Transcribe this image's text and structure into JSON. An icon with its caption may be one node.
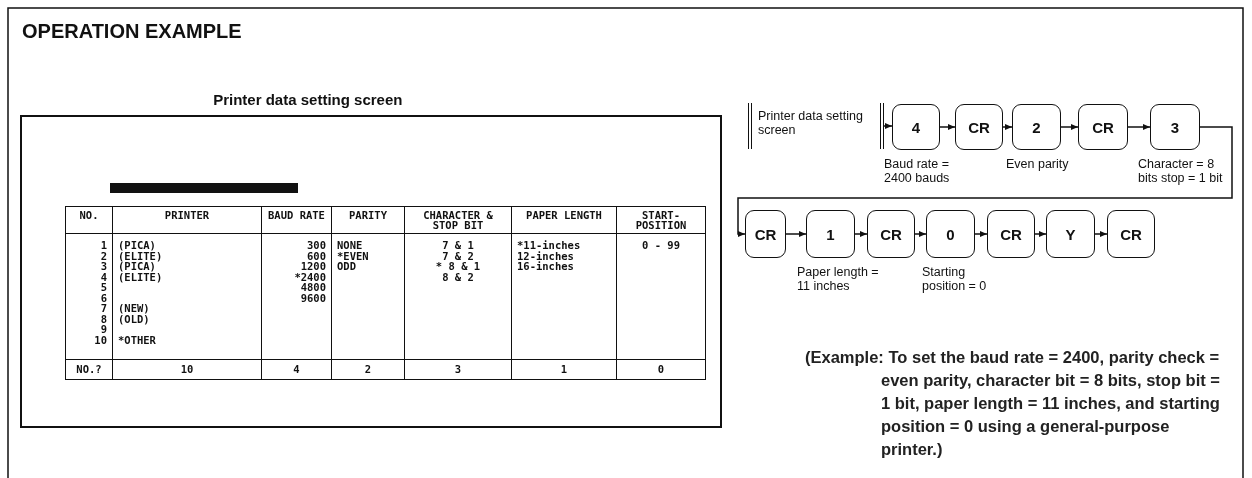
{
  "diagram": {
    "title": "OPERATION EXAMPLE",
    "nodes": [
      {
        "text": [
          "Printer data setting screen"
        ]
      },
      {
        "text": [
          "4"
        ],
        "beside": [
          "Baud rate = 2400 bauds"
        ]
      },
      {
        "text": [
          "CR"
        ]
      },
      {
        "text": [
          "2"
        ],
        "beside": [
          "Even parity"
        ]
      },
      {
        "text": [
          "CR"
        ]
      },
      {
        "text": [
          "3"
        ],
        "beside": [
          "Character = 8 bits stop = 1 bit"
        ]
      },
      {
        "text": [
          "CR"
        ]
      },
      {
        "text": [
          "1"
        ],
        "beside": [
          "Paper length = 11 inches"
        ]
      },
      {
        "text": [
          "CR"
        ]
      },
      {
        "text": [
          "0"
        ],
        "beside": [
          "Starting position = 0"
        ]
      },
      {
        "text": [
          "CR"
        ]
      },
      {
        "text": [
          "Y"
        ]
      },
      {
        "text": [
          "CR"
        ]
      },
      {
        "text": [
          "Printer data setting screen"
        ]
      }
    ],
    "edges": [
      {
        "from": 0,
        "to": 1,
        "arrow": "to"
      },
      {
        "from": 1,
        "to": 2,
        "arrow": "to"
      },
      {
        "from": 2,
        "to": 3,
        "arrow": "to"
      },
      {
        "from": 3,
        "to": 4,
        "arrow": "to"
      },
      {
        "from": 4,
        "to": 5,
        "arrow": "to"
      },
      {
        "from": 5,
        "to": 6,
        "arrow": "to"
      },
      {
        "from": 6,
        "to": 7,
        "arrow": "to"
      },
      {
        "from": 7,
        "to": 8,
        "arrow": "to"
      },
      {
        "from": 8,
        "to": 9,
        "arrow": "to"
      },
      {
        "from": 9,
        "to": 10,
        "arrow": "to"
      },
      {
        "from": 10,
        "to": 11,
        "arrow": "to"
      },
      {
        "from": 11,
        "to": 12,
        "arrow": "to"
      }
    ],
    "labels": [
      "NO.",
      "PRINTER",
      "BAUD RATE",
      "PARITY",
      "CHARACTER & STOP BIT",
      "PAPER LENGTH",
      "START-POSITION",
      "1",
      "(PICA)",
      "300",
      "NONE",
      "7 & 1",
      "*11-inches",
      "0 - 99",
      "2",
      "(ELITE)",
      "600",
      "*EVEN",
      "7 & 2",
      "12-inches",
      "3",
      "(PICA)",
      "1200",
      "ODD",
      "* 8 & 1",
      "16-inches",
      "4",
      "(ELITE)",
      "*2400",
      "8 & 2",
      "5",
      "4800",
      "6",
      "9600",
      "7",
      "(NEW)",
      "8",
      "(OLD)",
      "9",
      "10",
      "*OTHER",
      "NO.?",
      "10",
      "4",
      "2",
      "3",
      "1",
      "0",
      "(Example: To set the baud rate = 2400, parity check = even parity, character bit = 8 bits, stop bit = 1 bit, paper length = 11 inches, and starting position = 0 using a general-purpose printer.)"
    ]
  }
}
